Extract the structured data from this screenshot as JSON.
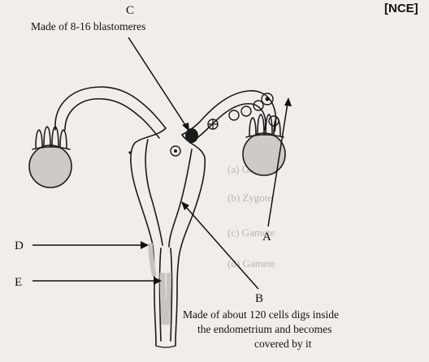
{
  "header": {
    "tag": "[NCE]"
  },
  "labels": {
    "C": "C",
    "C_caption": "Made of 8-16 blastomeres",
    "A": "A",
    "B": "B",
    "B_caption": [
      "Made of about 120 cells digs inside",
      "the endometrium and becomes",
      "covered by it"
    ],
    "D": "D",
    "E": "E"
  },
  "background_text": [
    "(a) Gamete",
    "(b) Zygote",
    "(c) Gamete",
    "(d) Gamete"
  ],
  "colors": {
    "paper": "#f1eeea",
    "ink": "#1a1a1a",
    "ovary": "#cfcac6",
    "canal": "#c9c4c0"
  }
}
